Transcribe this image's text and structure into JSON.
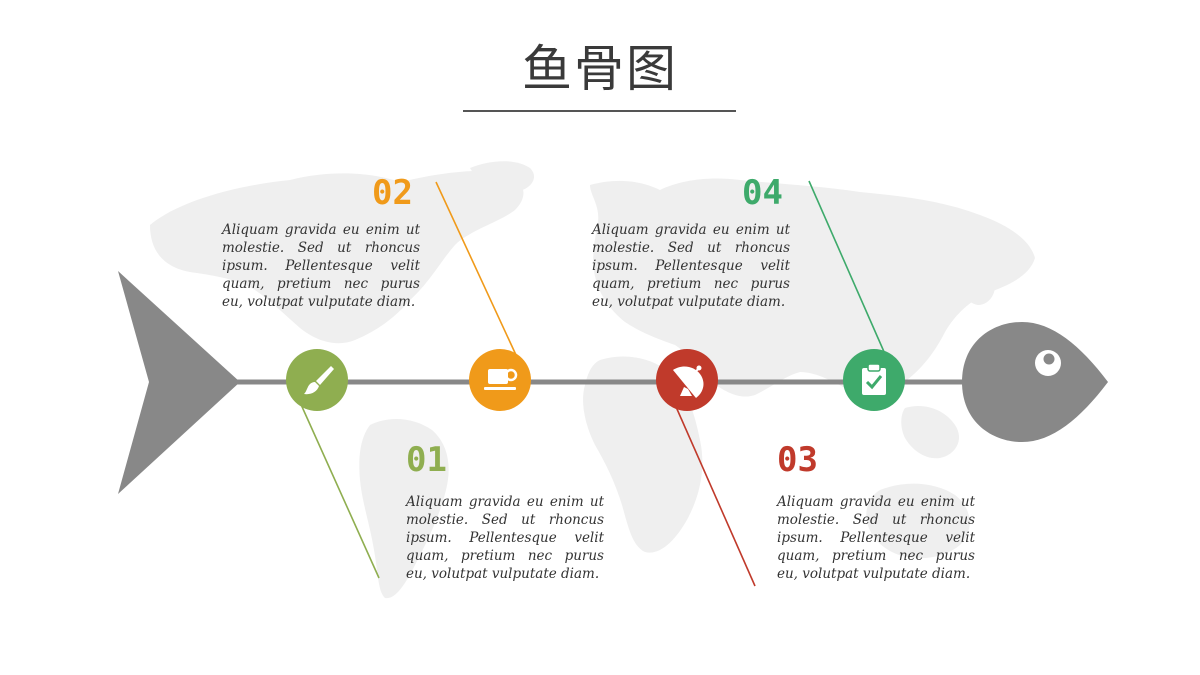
{
  "title": "鱼骨图",
  "colors": {
    "spine": "#888888",
    "map": "#efefef",
    "item1": "#8fae50",
    "item2": "#f09a1a",
    "item3": "#c03a2b",
    "item4": "#3eaa6b"
  },
  "items": [
    {
      "number": "01",
      "text": "Aliquam gravida eu enim ut molestie. Sed ut rhoncus ipsum. Pellentesque velit quam, pretium nec purus eu, volutpat vulputate diam.",
      "icon": "paintbrush-icon",
      "color": "#8fae50"
    },
    {
      "number": "02",
      "text": "Aliquam gravida eu enim ut molestie. Sed ut rhoncus ipsum. Pellentesque velit quam, pretium nec purus eu, volutpat vulputate diam.",
      "icon": "coffee-cup-icon",
      "color": "#f09a1a"
    },
    {
      "number": "03",
      "text": "Aliquam gravida eu enim ut molestie. Sed ut rhoncus ipsum. Pellentesque velit quam, pretium nec purus eu, volutpat vulputate diam.",
      "icon": "satellite-dish-icon",
      "color": "#c03a2b"
    },
    {
      "number": "04",
      "text": "Aliquam gravida eu enim ut molestie. Sed ut rhoncus ipsum. Pellentesque velit quam, pretium nec purus eu, volutpat vulputate diam.",
      "icon": "clipboard-check-icon",
      "color": "#3eaa6b"
    }
  ]
}
